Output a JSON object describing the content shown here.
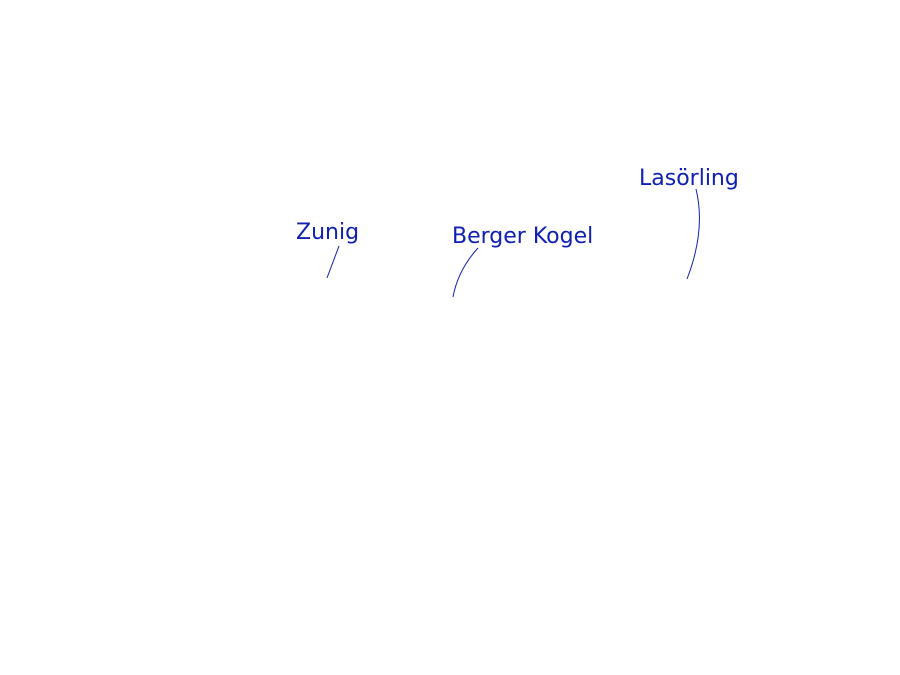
{
  "color": "#1020b0",
  "peaks": [
    {
      "name": "Zunig"
    },
    {
      "name": "Berger Kogel"
    },
    {
      "name": "Lasörling"
    }
  ]
}
